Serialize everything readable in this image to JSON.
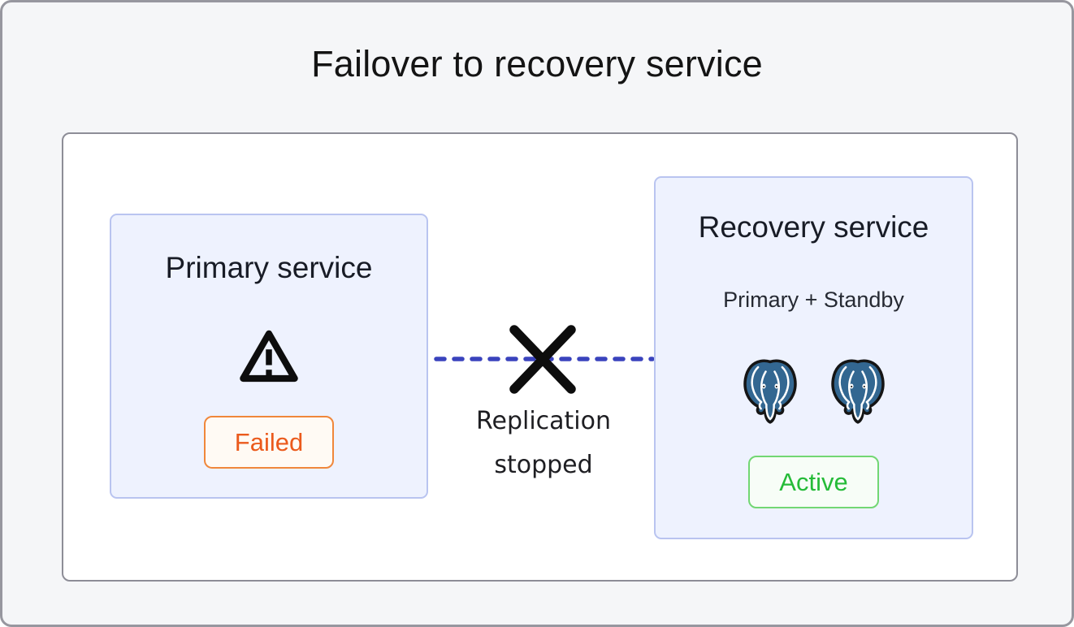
{
  "frame": {
    "title": "Failover to recovery service"
  },
  "primary_box": {
    "title": "Primary service",
    "status_label": "Failed",
    "status_kind": "failed"
  },
  "connector": {
    "label_line1": "Replication",
    "label_line2": "stopped",
    "style": "dashed",
    "broken": true
  },
  "recovery_box": {
    "title": "Recovery service",
    "subtitle": "Primary + Standby",
    "status_label": "Active",
    "status_kind": "active",
    "database_icon_count": 2
  },
  "icons": {
    "warning": "warning-triangle-icon",
    "cross": "x-mark-icon",
    "database": "postgresql-elephant-icon"
  },
  "colors": {
    "frame_background": "#f5f6f8",
    "frame_border": "#97979f",
    "canvas_border": "#8d8d97",
    "box_fill": "#eef2fe",
    "box_border": "#b9c4f0",
    "dash_blue": "#3a43bd",
    "failed_text": "#eb5a1c",
    "failed_border": "#f0873b",
    "active_text": "#25bb38",
    "active_border": "#72d773",
    "postgres_blue": "#336791",
    "cross_black": "#0d0d0d"
  }
}
